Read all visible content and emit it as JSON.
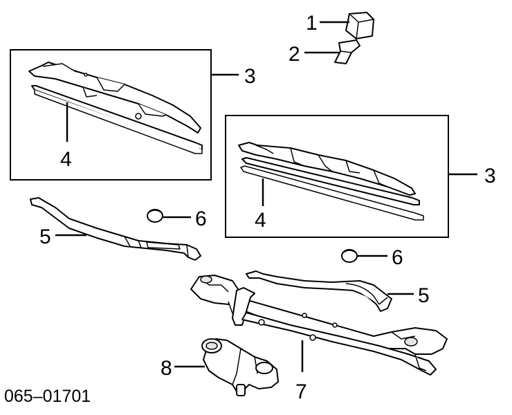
{
  "diagram": {
    "part_number": "065–01701",
    "callouts": {
      "c1": "1",
      "c2": "2",
      "c3a": "3",
      "c3b": "3",
      "c4a": "4",
      "c4b": "4",
      "c5a": "5",
      "c5b": "5",
      "c6a": "6",
      "c6b": "6",
      "c7": "7",
      "c8": "8"
    }
  }
}
